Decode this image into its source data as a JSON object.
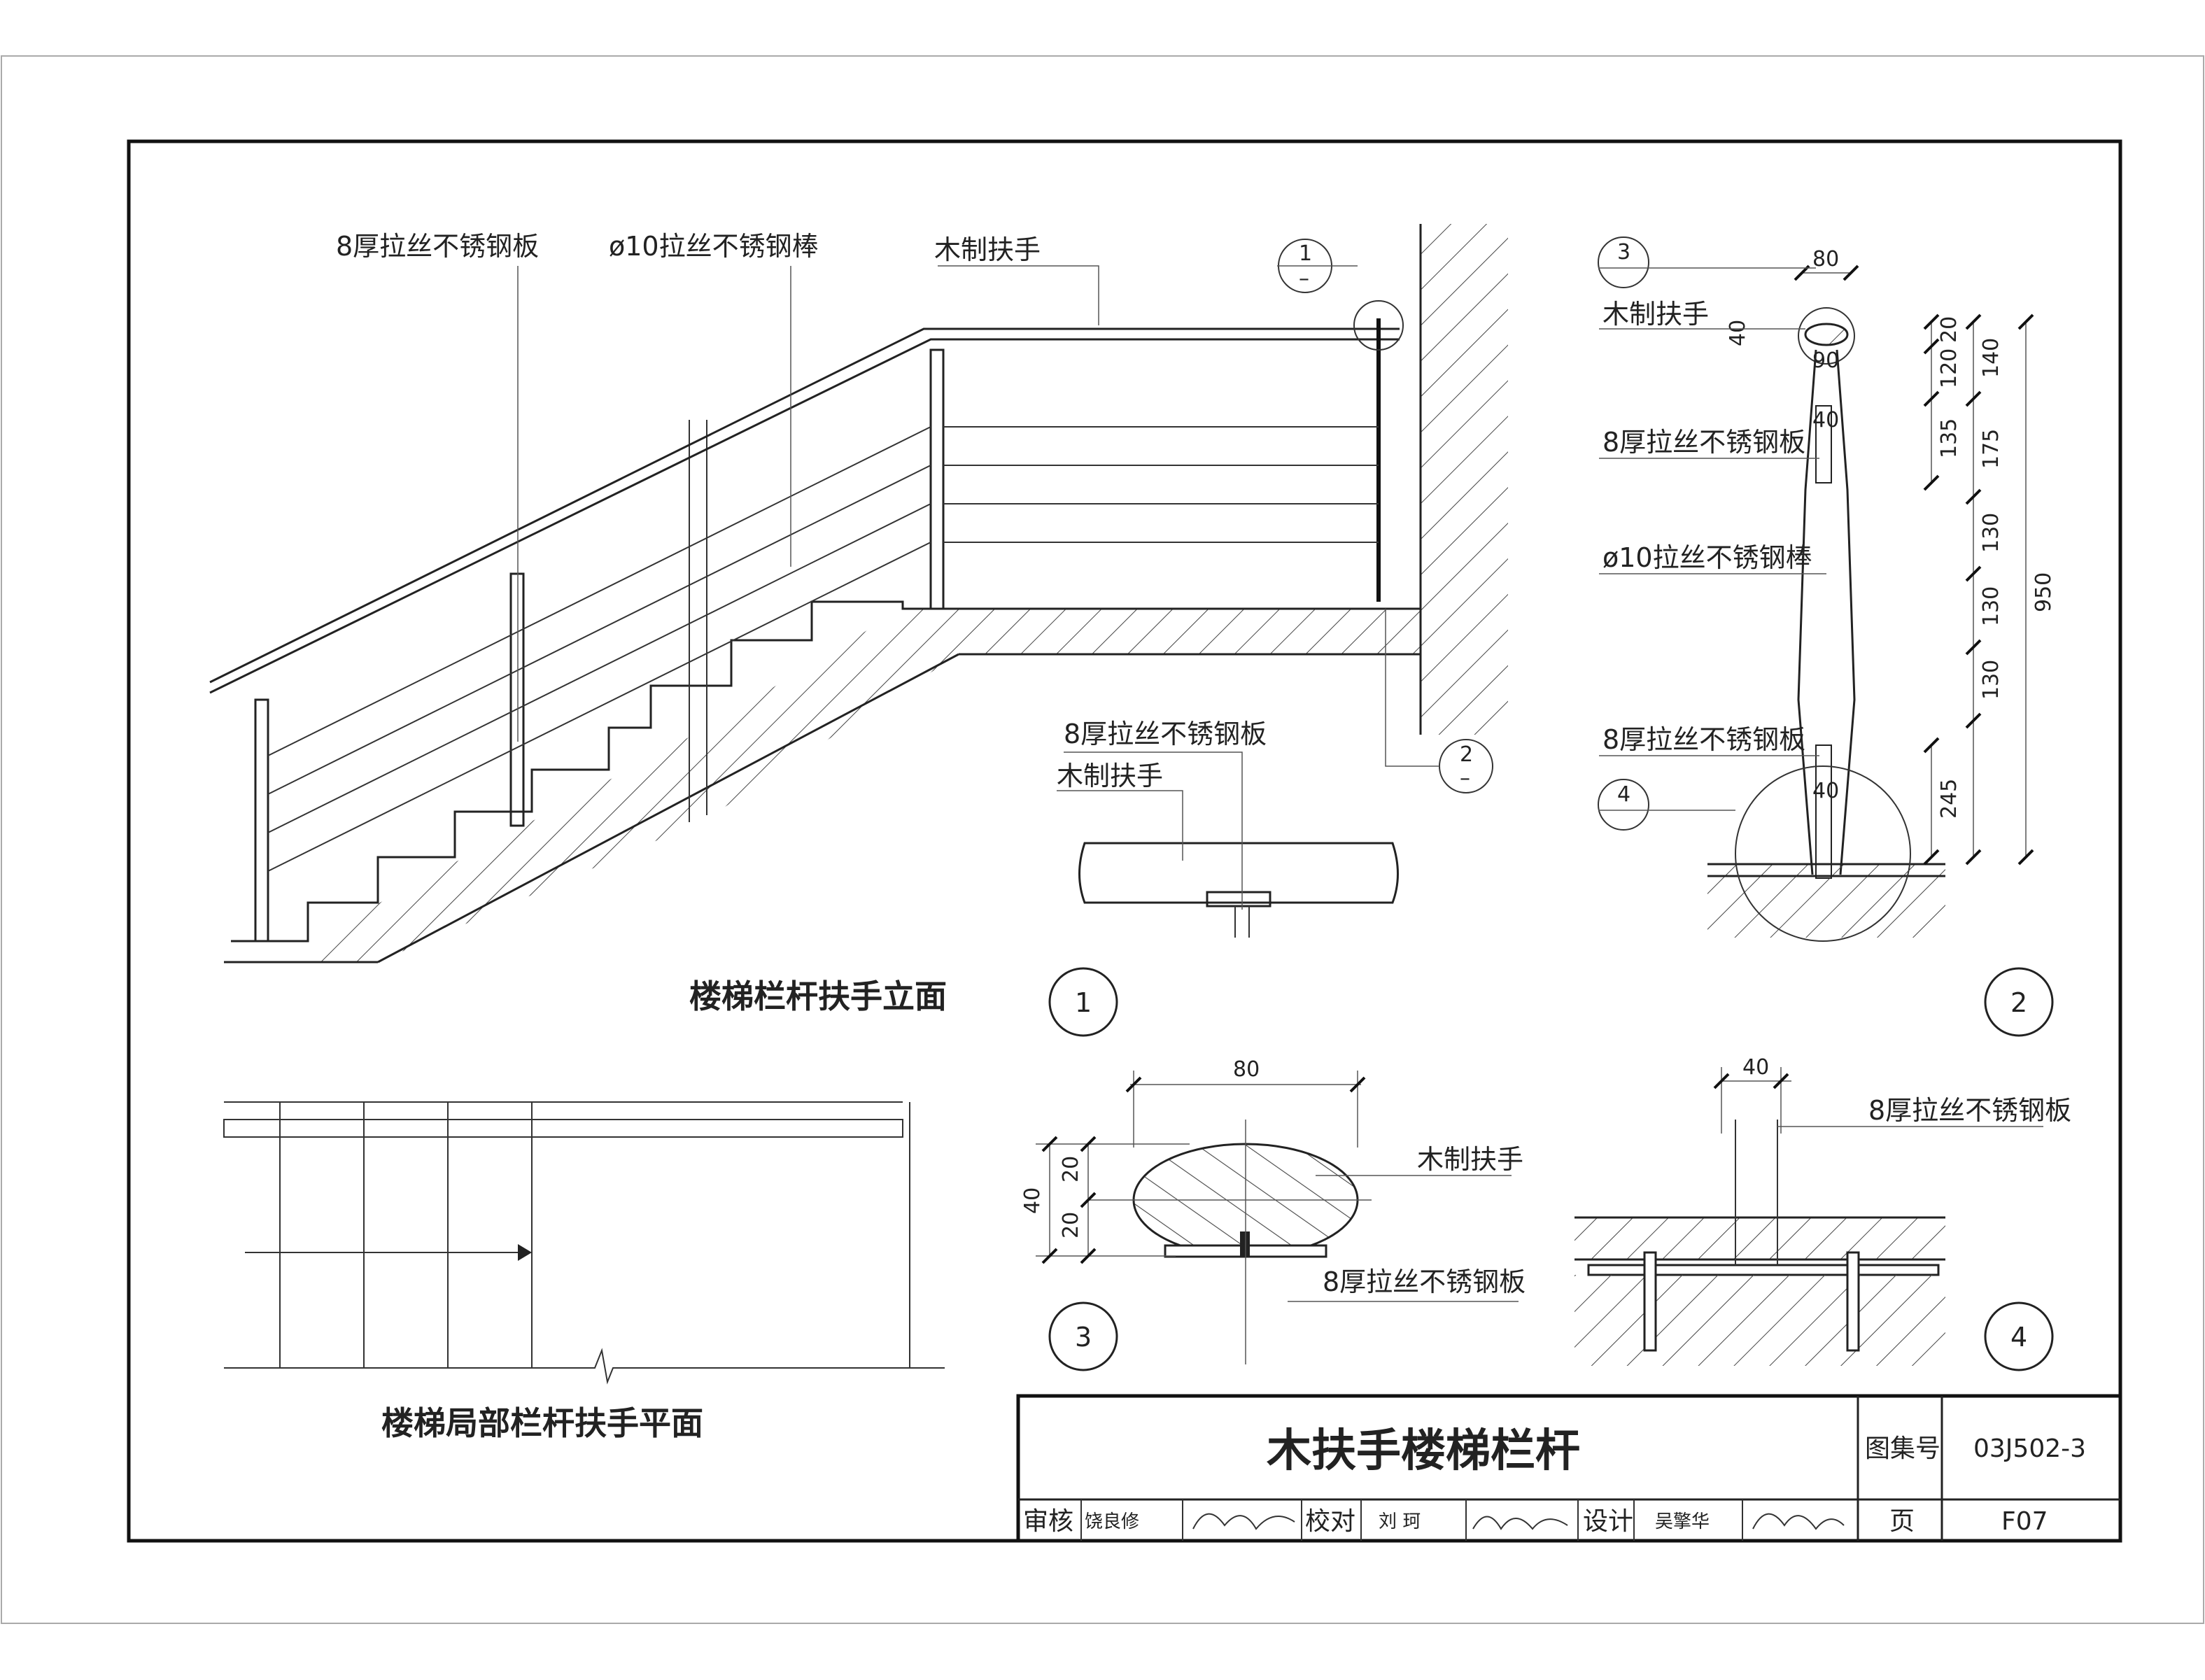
{
  "elevation": {
    "label_plate": "8厚拉丝不锈钢板",
    "label_rod": "ø10拉丝不锈钢棒",
    "label_handrail": "木制扶手",
    "caption": "楼梯栏杆扶手立面",
    "callout_1": "1",
    "callout_2": "2",
    "callout_dash": "–"
  },
  "inset": {
    "label_plate": "8厚拉丝不锈钢板",
    "label_handrail": "木制扶手"
  },
  "plan": {
    "caption": "楼梯局部栏杆扶手平面"
  },
  "detail1": {
    "number": "1"
  },
  "detail2": {
    "number": "2",
    "callout_3": "3",
    "callout_4": "4",
    "label_handrail": "木制扶手",
    "label_plate_top": "8厚拉丝不锈钢板",
    "label_rod": "ø10拉丝不锈钢棒",
    "label_plate_bottom": "8厚拉丝不锈钢板",
    "dim_top_width": "80",
    "dim_40_a": "40",
    "dim_90": "90",
    "dim_40_b": "40",
    "dim_40_c": "40",
    "dim_20": "20",
    "dim_120": "120",
    "dim_135": "135",
    "dim_140": "140",
    "dim_175": "175",
    "dim_130_a": "130",
    "dim_130_b": "130",
    "dim_130_c": "130",
    "dim_245": "245",
    "dim_950": "950"
  },
  "detail3": {
    "number": "3",
    "dim_width": "80",
    "dim_height": "40",
    "dim_upper": "20",
    "dim_lower": "20",
    "label_handrail": "木制扶手",
    "label_plate": "8厚拉丝不锈钢板"
  },
  "detail4": {
    "number": "4",
    "dim_width": "40",
    "label_plate": "8厚拉丝不锈钢板"
  },
  "title_block": {
    "title": "木扶手楼梯栏杆",
    "atlas_label": "图集号",
    "atlas_no": "03J502-3",
    "review_label": "审核",
    "review_name": "饶良修",
    "check_label": "校对",
    "check_name": "刘 珂",
    "design_label": "设计",
    "design_name": "吴擎华",
    "page_label": "页",
    "page_no": "F07"
  }
}
